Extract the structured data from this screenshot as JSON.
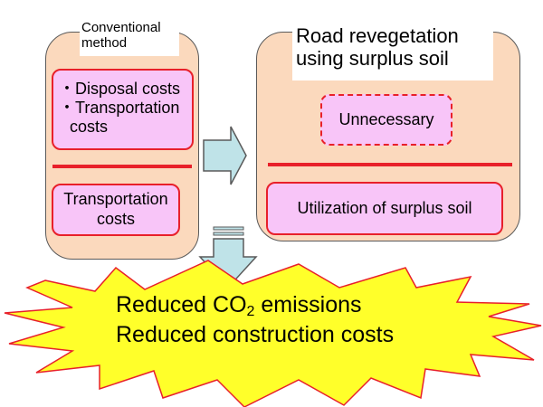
{
  "left_panel": {
    "title_line1": "Conventional",
    "title_line2": "method",
    "top_box": {
      "line1": "・Disposal costs",
      "line2": "・Transportation",
      "line3": "costs"
    },
    "bottom_box": {
      "line1": "Transportation",
      "line2": "costs"
    }
  },
  "right_panel": {
    "title_line1": "Road revegetation",
    "title_line2": "using surplus soil",
    "top_box": "Unnecessary",
    "bottom_box": "Utilization of surplus soil"
  },
  "result": {
    "line1_prefix": "Reduced CO",
    "line1_subscript": "2",
    "line1_suffix": " emissions",
    "line2": "Reduced construction costs"
  },
  "colors": {
    "panel_fill": "#fbd9bd",
    "box_fill": "#f8c5f8",
    "accent_red": "#e8202a",
    "arrow_fill": "#bfe3e8",
    "burst_fill": "#ffff2a"
  }
}
